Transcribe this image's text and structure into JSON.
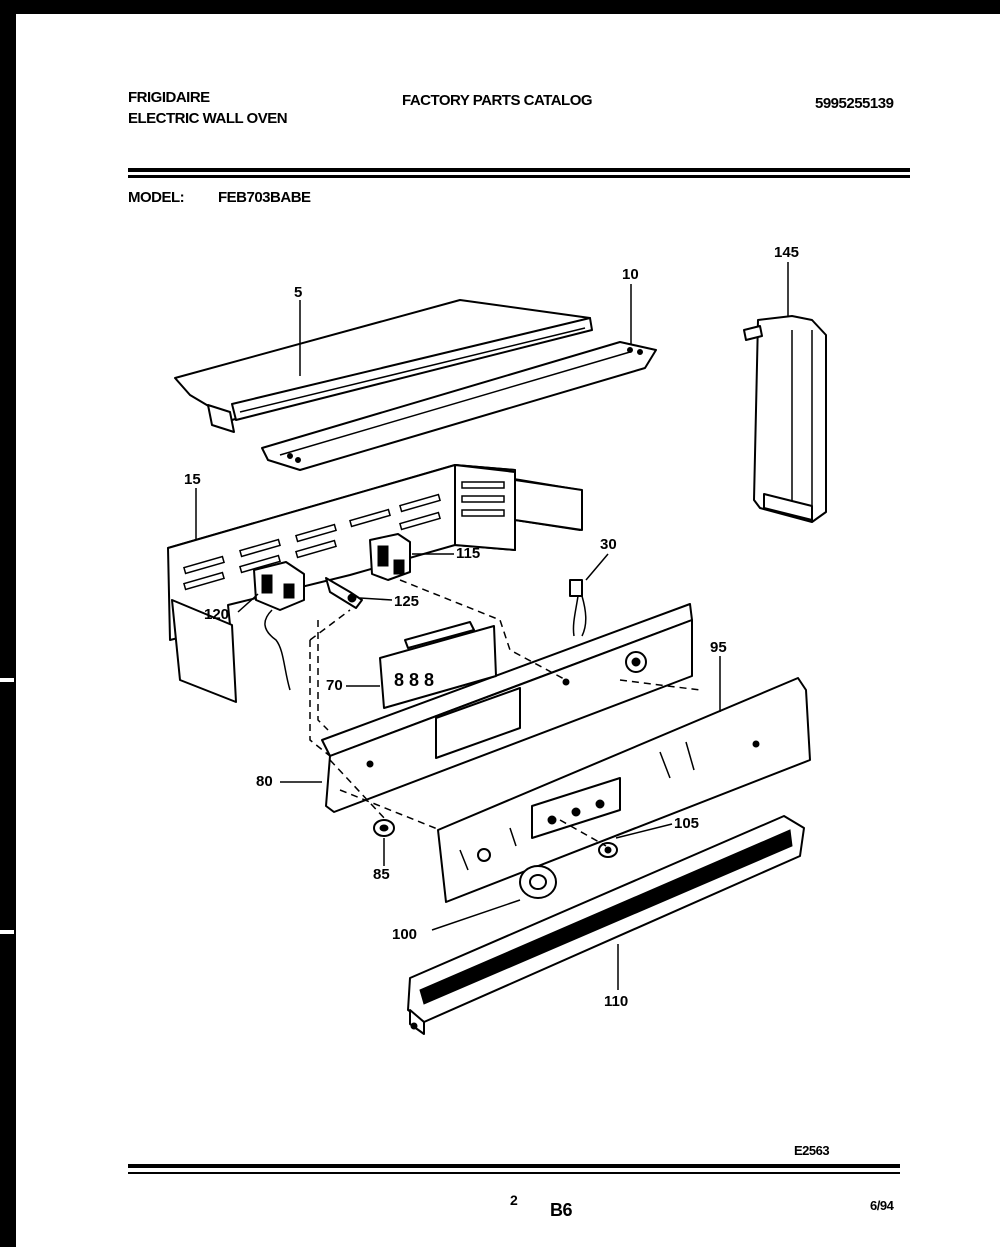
{
  "header": {
    "brand": "FRIGIDAIRE",
    "product": "ELECTRIC WALL OVEN",
    "catalog_title": "FACTORY PARTS CATALOG",
    "catalog_number": "5995255139",
    "model_label": "MODEL:",
    "model_number": "FEB703BABE"
  },
  "callouts": [
    "5",
    "10",
    "145",
    "15",
    "115",
    "30",
    "120",
    "125",
    "95",
    "70",
    "80",
    "105",
    "85",
    "100",
    "110"
  ],
  "footer": {
    "drawing_code": "E2563",
    "page_number": "2",
    "section": "B6",
    "date": "6/94"
  }
}
